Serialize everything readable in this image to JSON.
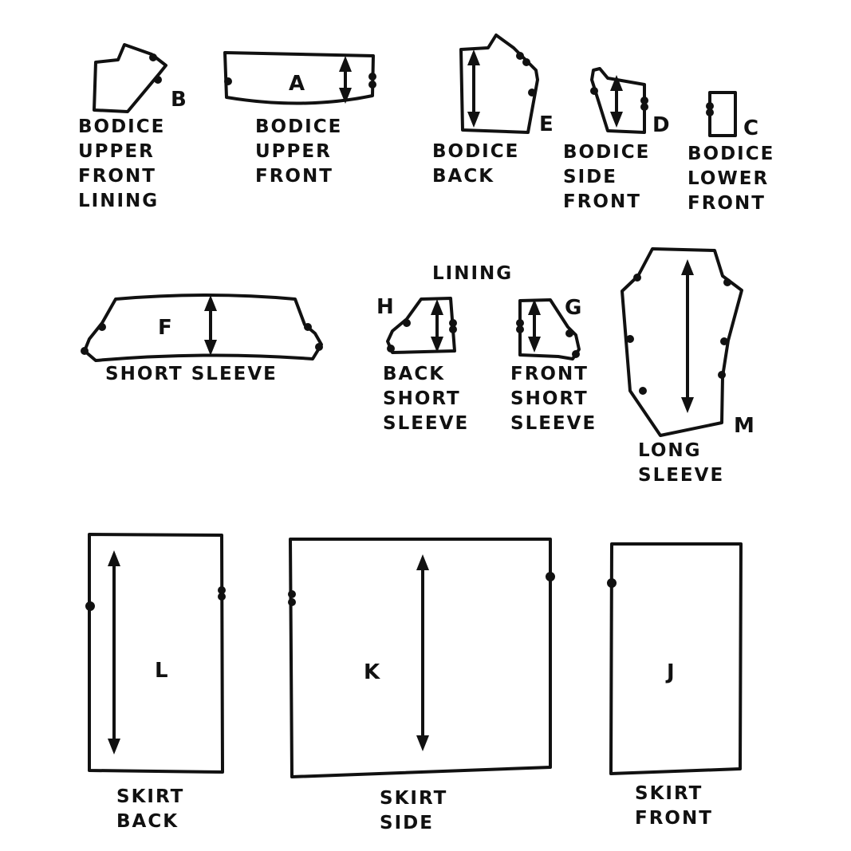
{
  "diagram": {
    "type": "sewing-pattern-pieces",
    "colors": {
      "ink": "#111111",
      "background": "#ffffff"
    },
    "extra_labels": {
      "lining_header": "LINING"
    },
    "pieces": [
      {
        "letter": "B",
        "lines": [
          "BODICE",
          "UPPER",
          "FRONT",
          "LINING"
        ]
      },
      {
        "letter": "A",
        "lines": [
          "BODICE",
          "UPPER",
          "FRONT"
        ]
      },
      {
        "letter": "E",
        "lines": [
          "BODICE",
          "BACK"
        ]
      },
      {
        "letter": "D",
        "lines": [
          "BODICE",
          "SIDE",
          "FRONT"
        ]
      },
      {
        "letter": "C",
        "lines": [
          "BODICE",
          "LOWER",
          "FRONT"
        ]
      },
      {
        "letter": "F",
        "lines": [
          "SHORT SLEEVE"
        ]
      },
      {
        "letter": "H",
        "lines": [
          "BACK",
          "SHORT",
          "SLEEVE"
        ]
      },
      {
        "letter": "G",
        "lines": [
          "FRONT",
          "SHORT",
          "SLEEVE"
        ]
      },
      {
        "letter": "M",
        "lines": [
          "LONG",
          "SLEEVE"
        ]
      },
      {
        "letter": "L",
        "lines": [
          "SKIRT",
          "BACK"
        ]
      },
      {
        "letter": "K",
        "lines": [
          "SKIRT",
          "SIDE"
        ]
      },
      {
        "letter": "J",
        "lines": [
          "SKIRT",
          "FRONT"
        ]
      }
    ]
  }
}
